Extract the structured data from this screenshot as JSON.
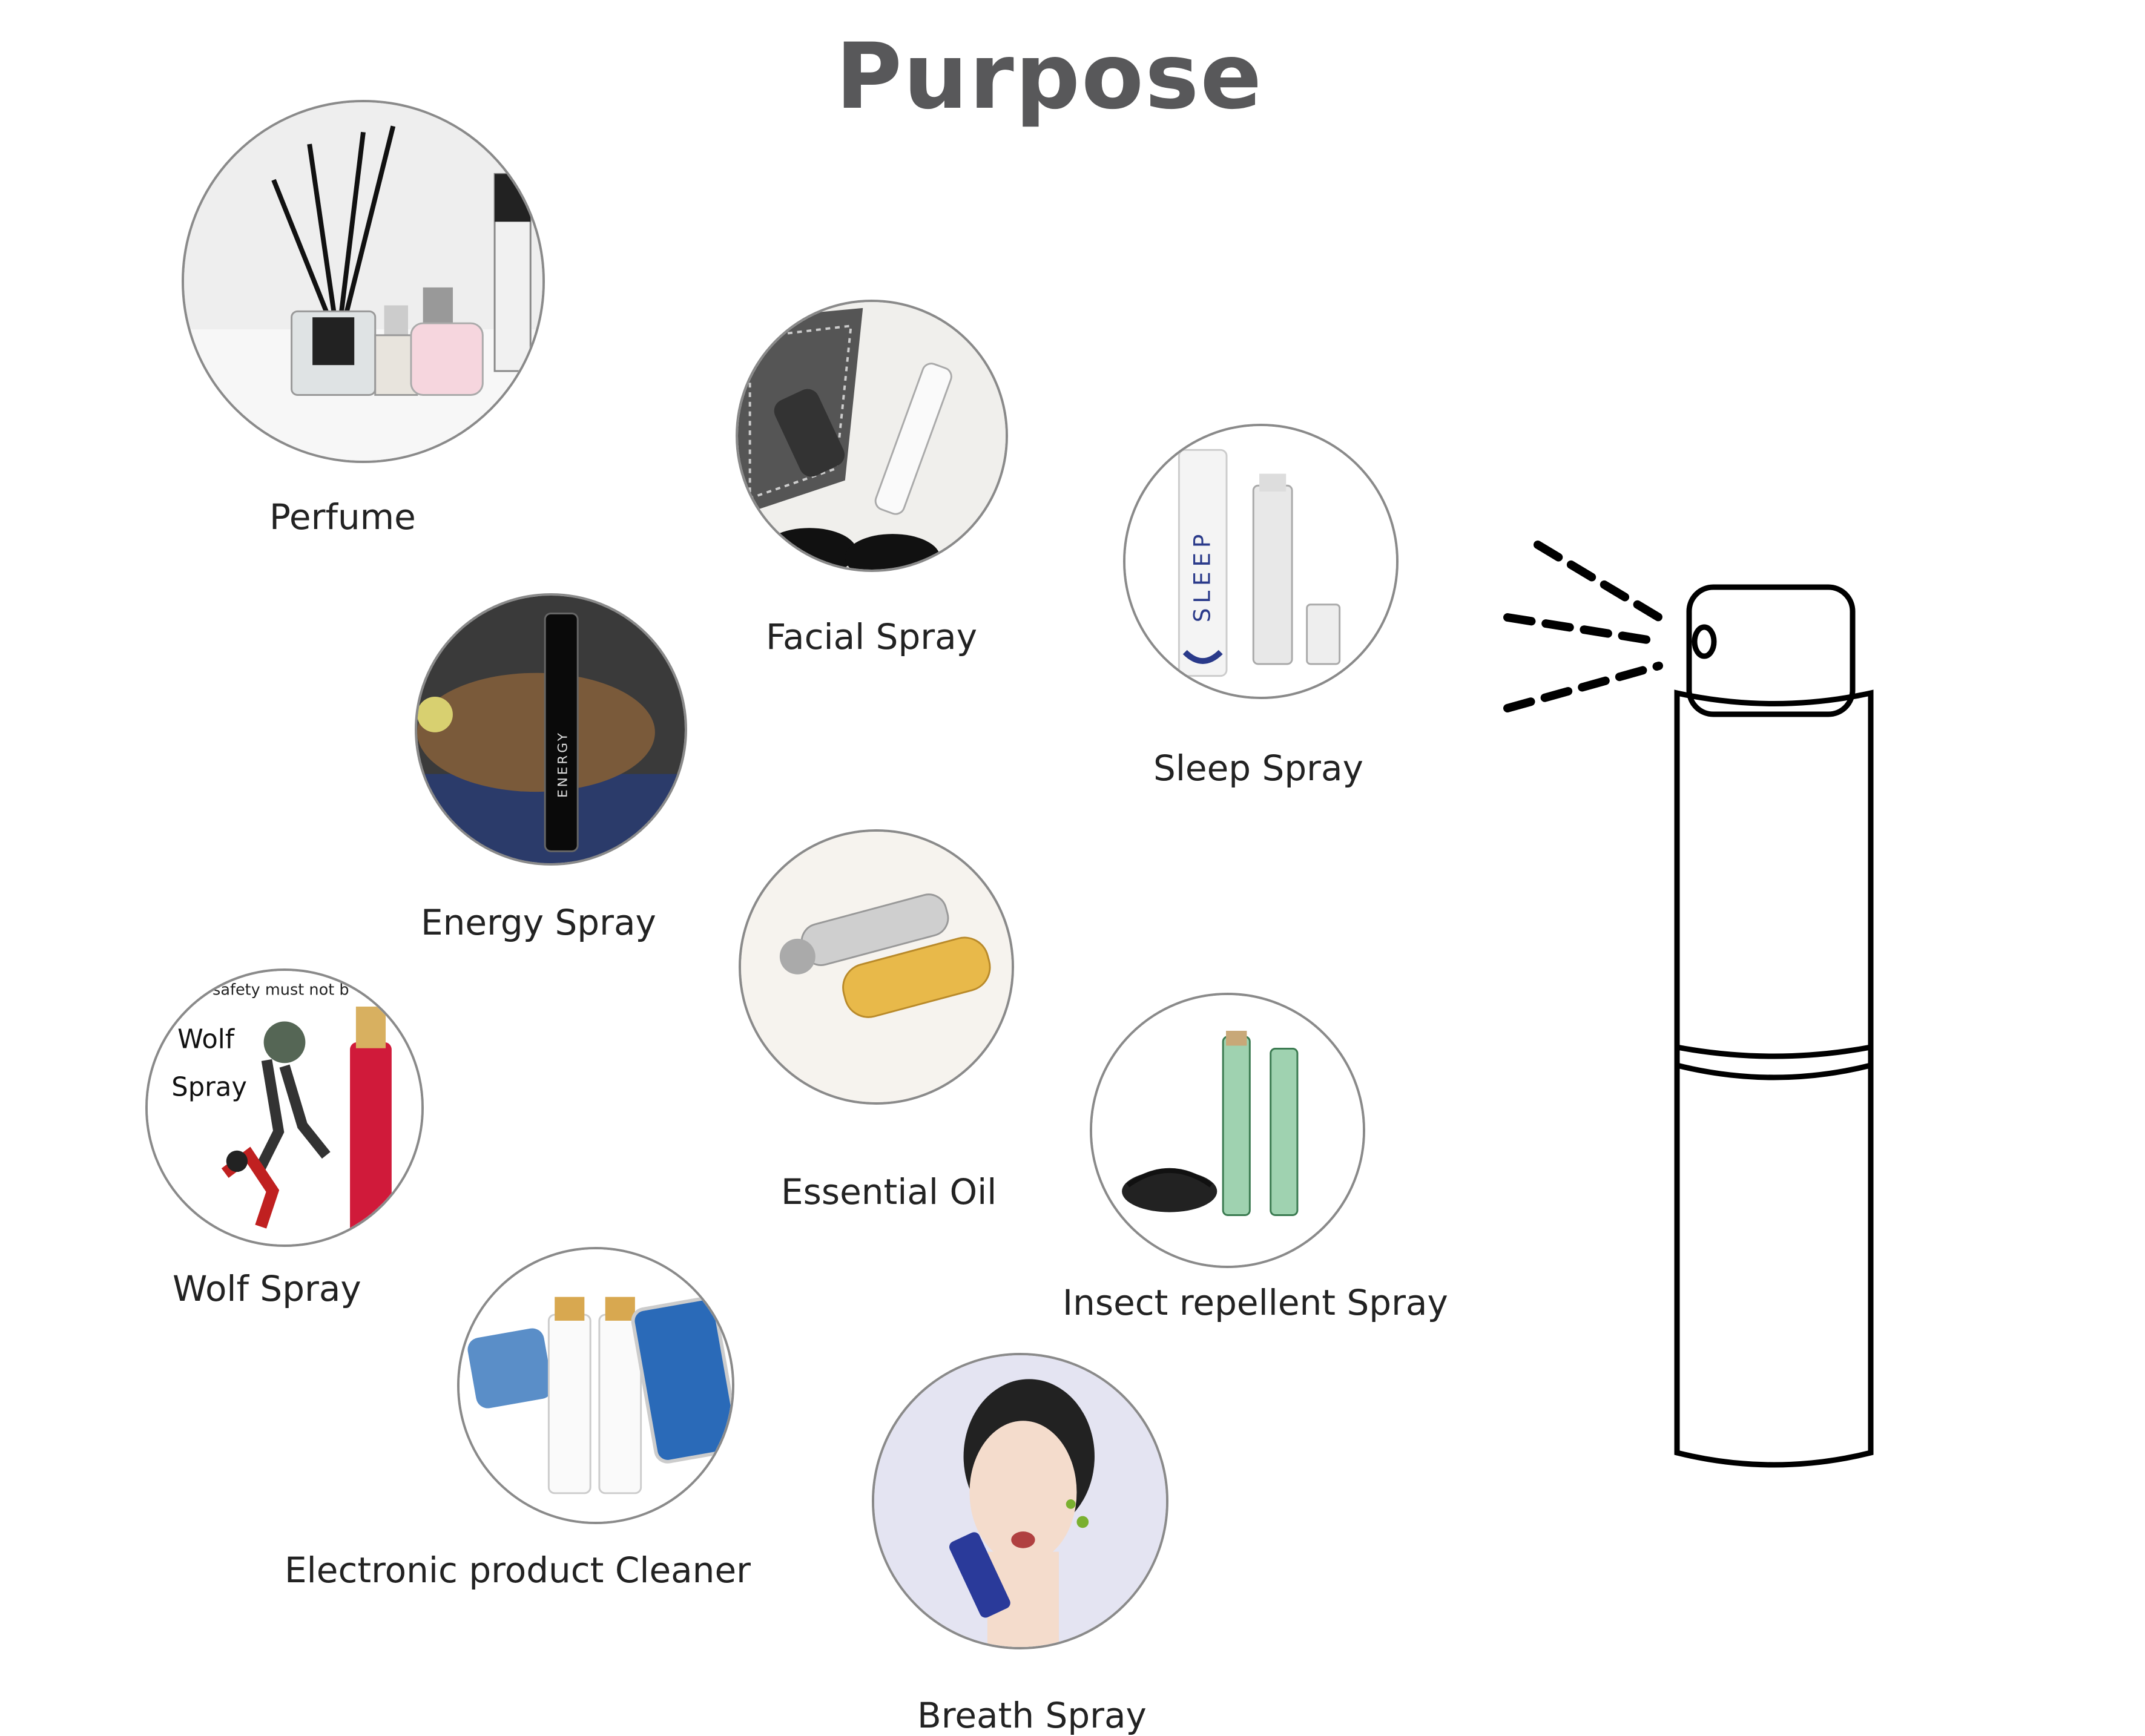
{
  "page": {
    "title": "Purpose"
  },
  "items": [
    {
      "label": "Perfume"
    },
    {
      "label": "Facial Spray"
    },
    {
      "label": "Sleep Spray"
    },
    {
      "label": "Energy Spray"
    },
    {
      "label": "Essential Oil"
    },
    {
      "label": "Wolf Spray"
    },
    {
      "label": "Insect repellent Spray"
    },
    {
      "label": "Electronic product Cleaner"
    },
    {
      "label": "Breath Spray"
    }
  ],
  "image_text": {
    "sleep_brand": "SLEEP",
    "wolf_line1": "Wolf",
    "wolf_line2": "Spray",
    "wolf_caption": "'s safety must not b",
    "energy_brand": "ENERGY"
  },
  "icons": {
    "sprayer": "spray-bottle-outline-icon"
  }
}
